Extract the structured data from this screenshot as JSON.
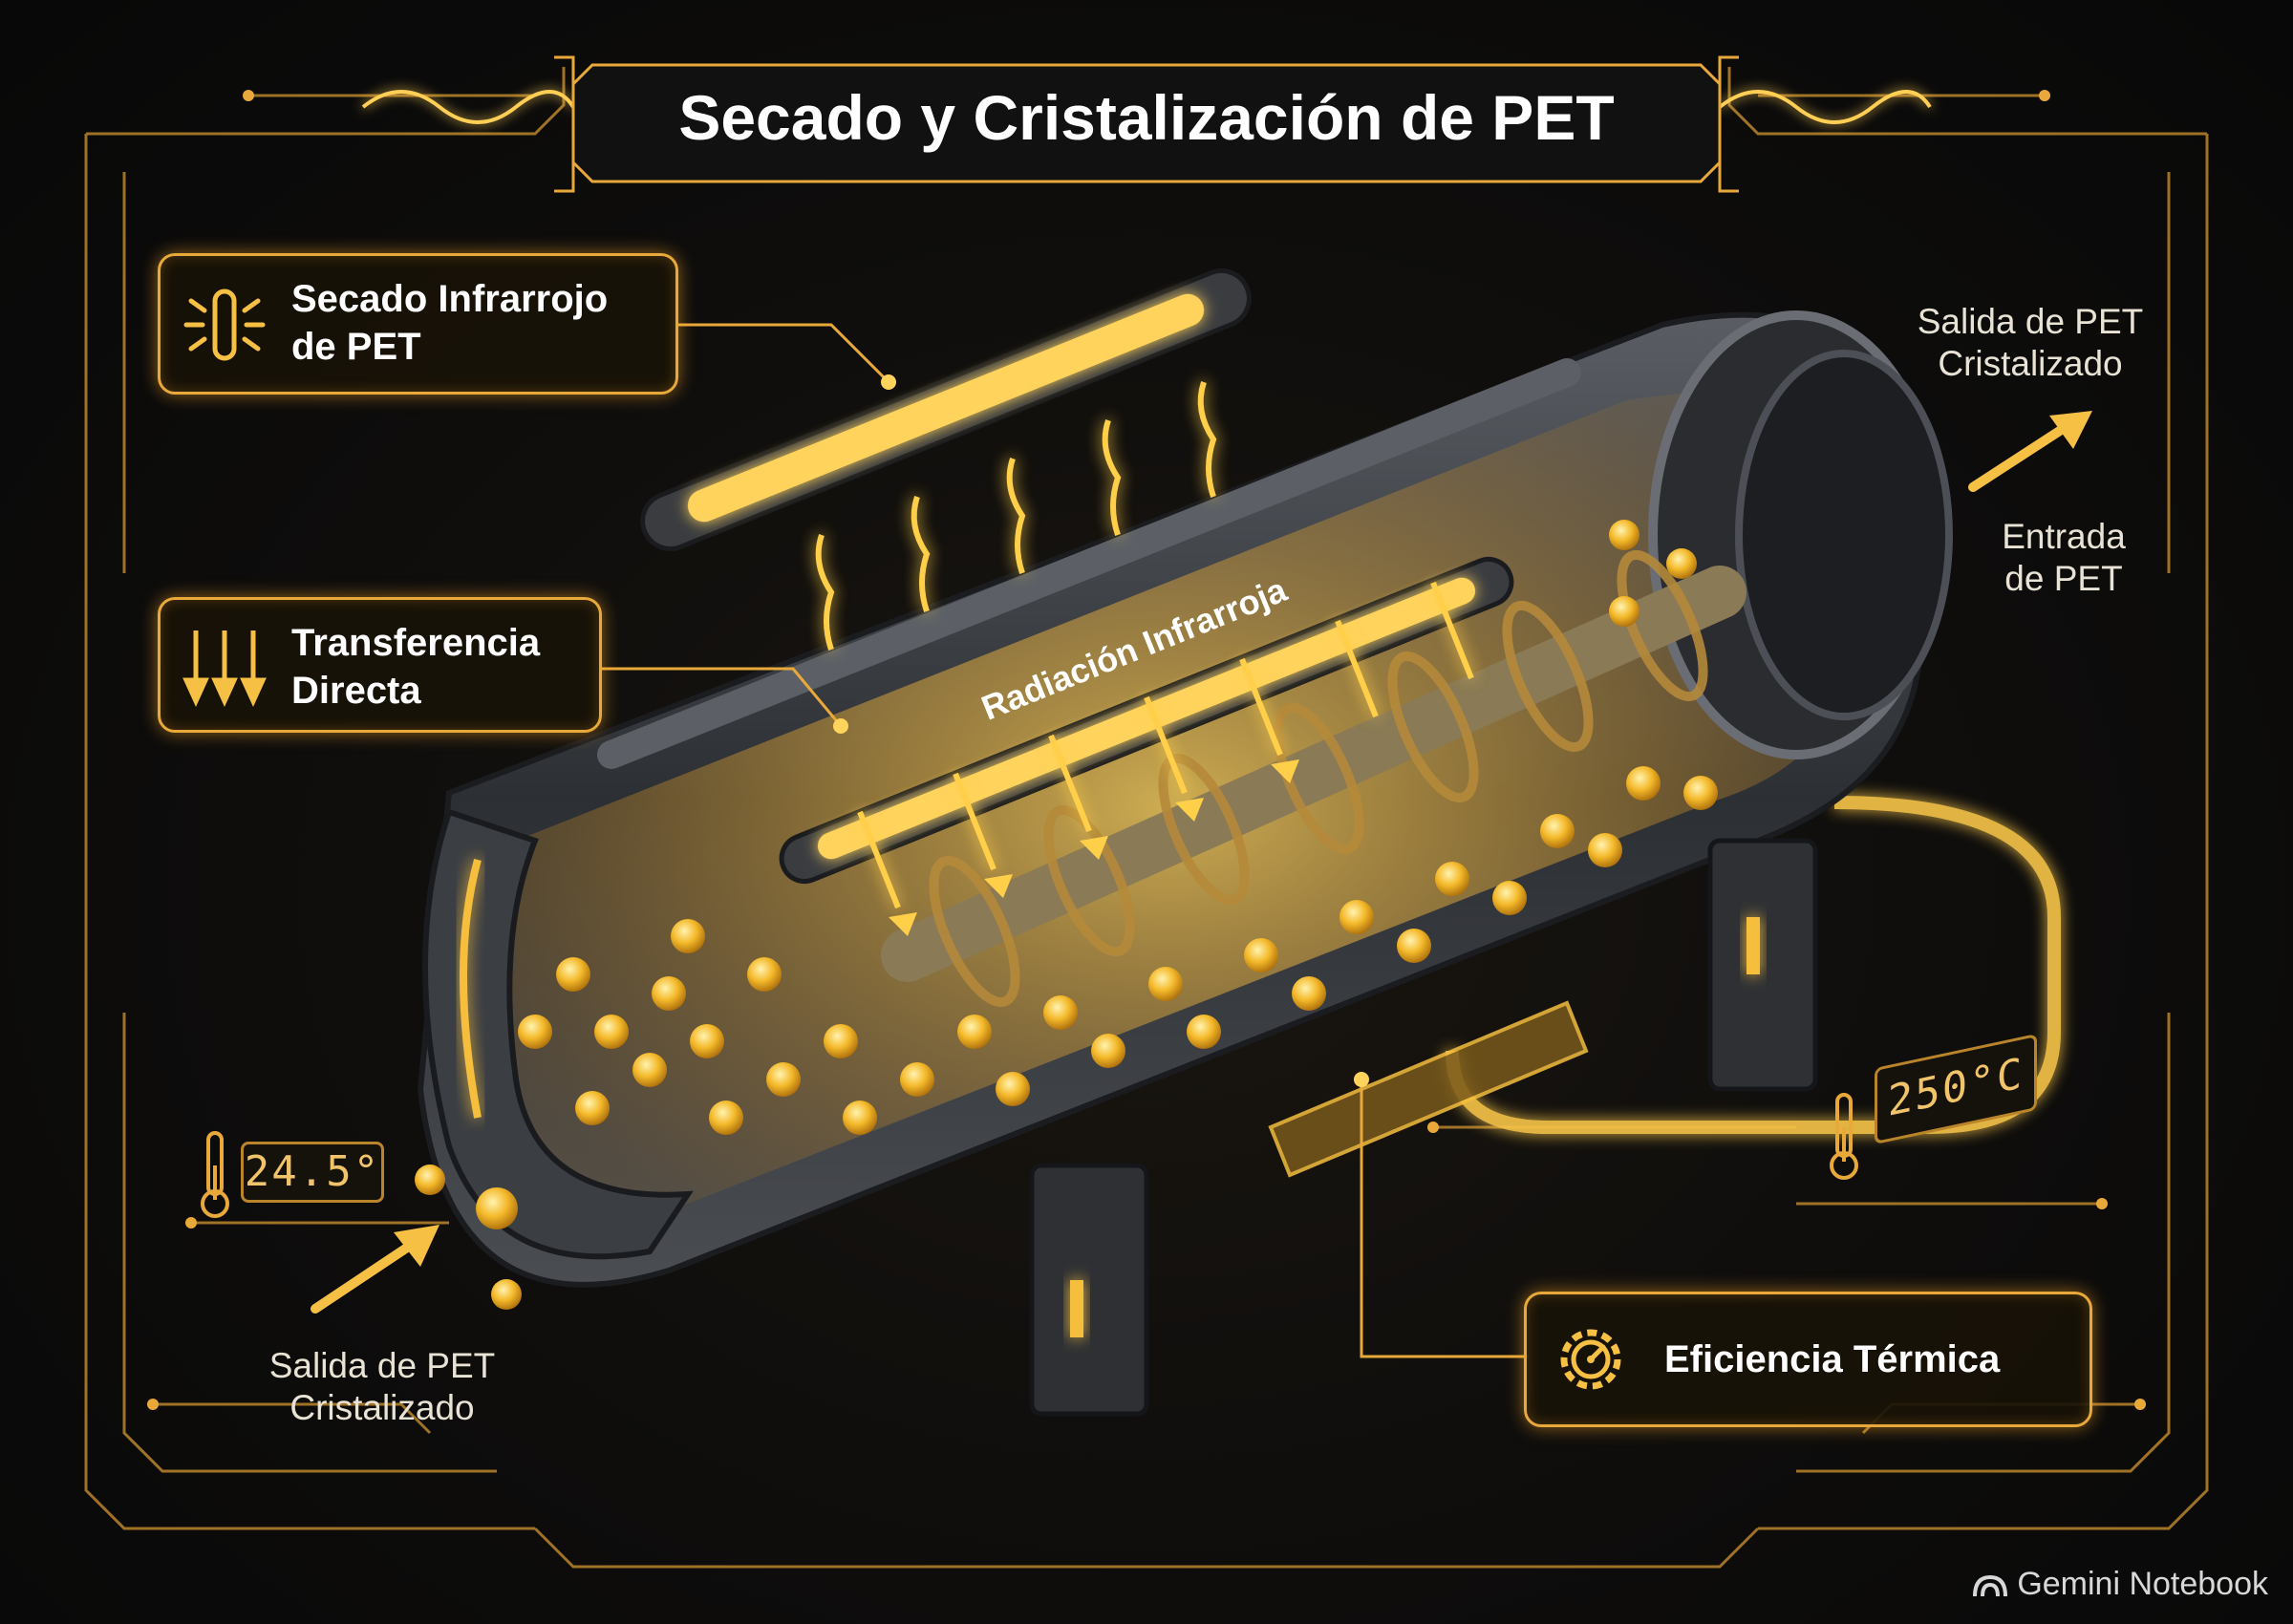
{
  "title": "Secado y Cristalización de PET",
  "labels": {
    "infrared_drying": {
      "line1": "Secado Infrarrojo",
      "line2": "de PET"
    },
    "direct_transfer": {
      "line1": "Transferencia",
      "line2": "Directa"
    },
    "thermal_efficiency": "Eficiencia Térmica",
    "infrared_radiation": "Radiación Infrarroja"
  },
  "flows": {
    "output_top": {
      "line1": "Salida de PET",
      "line2": "Cristalizado"
    },
    "input": {
      "line1": "Entrada",
      "line2": "de PET"
    },
    "output_bottom": {
      "line1": "Salida de PET",
      "line2": "Cristalizado"
    }
  },
  "readouts": {
    "inlet_temp": "24.5°",
    "chamber_temp": "250°C"
  },
  "footer": {
    "brand": "Gemini Notebook"
  },
  "icons": [
    "infrared-lamp-icon",
    "down-arrows-icon",
    "gear-gauge-icon",
    "thermometer-icon",
    "gemini-logo-icon"
  ],
  "colors": {
    "accent": "#e8a93a",
    "glow": "#ffd35c",
    "background": "#0c0c0d",
    "metal": "#3a3d42"
  }
}
